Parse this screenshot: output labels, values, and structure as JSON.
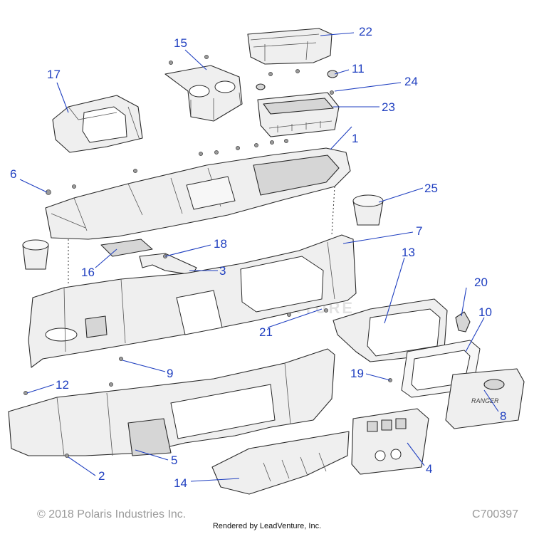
{
  "callouts": [
    {
      "id": "c1",
      "label": "1"
    },
    {
      "id": "c2",
      "label": "2"
    },
    {
      "id": "c3",
      "label": "3"
    },
    {
      "id": "c4",
      "label": "4"
    },
    {
      "id": "c5",
      "label": "5"
    },
    {
      "id": "c6",
      "label": "6"
    },
    {
      "id": "c7",
      "label": "7"
    },
    {
      "id": "c8",
      "label": "8"
    },
    {
      "id": "c9",
      "label": "9"
    },
    {
      "id": "c10",
      "label": "10"
    },
    {
      "id": "c11",
      "label": "11"
    },
    {
      "id": "c12",
      "label": "12"
    },
    {
      "id": "c13",
      "label": "13"
    },
    {
      "id": "c14",
      "label": "14"
    },
    {
      "id": "c15",
      "label": "15"
    },
    {
      "id": "c16",
      "label": "16"
    },
    {
      "id": "c17",
      "label": "17"
    },
    {
      "id": "c18",
      "label": "18"
    },
    {
      "id": "c19",
      "label": "19"
    },
    {
      "id": "c20",
      "label": "20"
    },
    {
      "id": "c21",
      "label": "21"
    },
    {
      "id": "c22",
      "label": "22"
    },
    {
      "id": "c23",
      "label": "23"
    },
    {
      "id": "c24",
      "label": "24"
    },
    {
      "id": "c25",
      "label": "25"
    }
  ],
  "footer": {
    "copyright": "© 2018 Polaris Industries Inc.",
    "diagram_code": "C700397",
    "rendered_by": "Rendered by LeadVenture, Inc."
  },
  "watermark_text": "LEADVENTURE",
  "glovebox_logo_text": "RANGER",
  "colors": {
    "callout": "#1f3fc0",
    "part_fill": "#efefef",
    "outline": "#2a2a2a",
    "footer_gray": "#9a9a9a"
  }
}
